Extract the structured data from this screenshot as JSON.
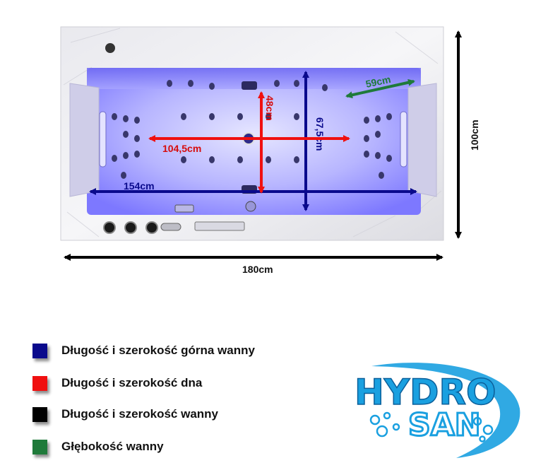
{
  "dimensions": {
    "outer_length": "180cm",
    "outer_width": "100cm",
    "top_length": "154cm",
    "top_width": "67,5cm",
    "bottom_length": "104,5cm",
    "bottom_width": "48cm",
    "depth": "59cm"
  },
  "legend": [
    {
      "label": "Długość i szerokość górna wanny",
      "color": "#0a0a8c"
    },
    {
      "label": "Długość i szerokość dna",
      "color": "#f01010"
    },
    {
      "label": "Długość i szerokość wanny",
      "color": "#000000"
    },
    {
      "label": "Głębokość wanny",
      "color": "#1f7a3a"
    }
  ],
  "logo": {
    "line1": "HYDRO",
    "line2": "SAN",
    "color": "#1aa0e0"
  },
  "colors": {
    "blue": "#0a0a8c",
    "red": "#f01010",
    "black": "#000000",
    "green": "#1f7a3a",
    "tub_glow": "#8f8cff"
  }
}
